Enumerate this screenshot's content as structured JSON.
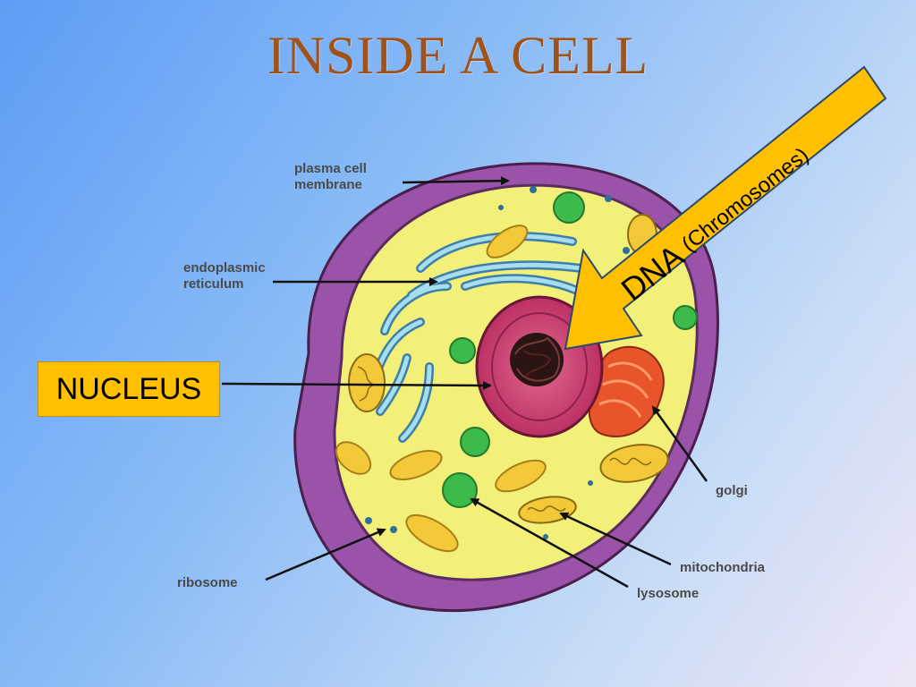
{
  "slide": {
    "title": "INSIDE A CELL"
  },
  "labels": {
    "plasma_line1": "plasma cell",
    "plasma_line2": "membrane",
    "er_line1": "endoplasmic",
    "er_line2": "reticulum",
    "nucleus": "NUCLEUS",
    "golgi": "golgi",
    "mitochondria": "mitochondria",
    "lysosome": "lysosome",
    "ribosome": "ribosome",
    "dna": "DNA",
    "chromosomes": "(Chromosomes)"
  },
  "colors": {
    "title": "#a15218",
    "membrane": "#9a53a8",
    "cytoplasm": "#f3f07a",
    "nucleus": "#c9336a",
    "golgi": "#e8552a",
    "highlight": "#ffc000",
    "er": "#7dbbd8",
    "mitochondria": "#f3c93a",
    "lysosome": "#3cba4a"
  }
}
